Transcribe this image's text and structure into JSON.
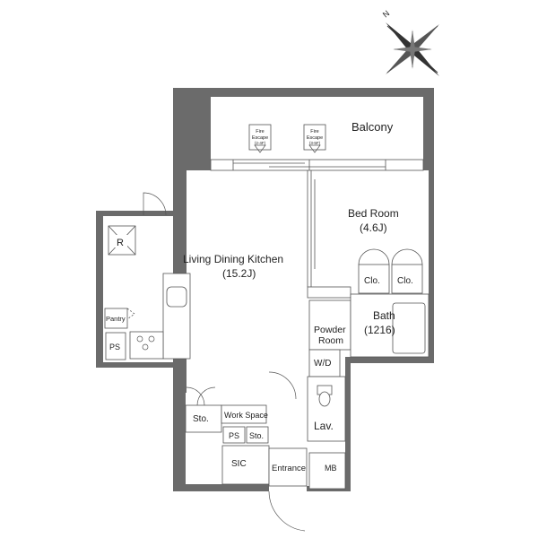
{
  "colors": {
    "wall": "#6b6b6b",
    "line": "#555555",
    "text": "#222222",
    "floor": "#ffffff"
  },
  "compass": {
    "north_label": "N",
    "icon": "compass-rose-icon"
  },
  "rooms": {
    "balcony": "Balcony",
    "fire_escape_left": {
      "line1": "Fire",
      "line2": "Escape",
      "floors": "(2-4F)"
    },
    "fire_escape_right": {
      "line1": "Fire",
      "line2": "Escape",
      "floors": "(3-5F)"
    },
    "bedroom": {
      "name": "Bed Room",
      "size": "(4.6J)"
    },
    "closet_left": "Clo.",
    "closet_right": "Clo.",
    "ldk": {
      "name": "Living Dining Kitchen",
      "size": "(15.2J)"
    },
    "refrigerator": "R",
    "pantry": "Pantry",
    "ps_left": "PS",
    "bath": {
      "name": "Bath",
      "size": "(1216)"
    },
    "powder": {
      "line1": "Powder",
      "line2": "Room"
    },
    "washer": "W/D",
    "lavatory": "Lav.",
    "storage_left": "Sto.",
    "work_space": "Work Space",
    "ps_center": "PS",
    "storage_center": "Sto.",
    "sic": "SIC",
    "entrance": "Entrance",
    "mb": "MB"
  }
}
